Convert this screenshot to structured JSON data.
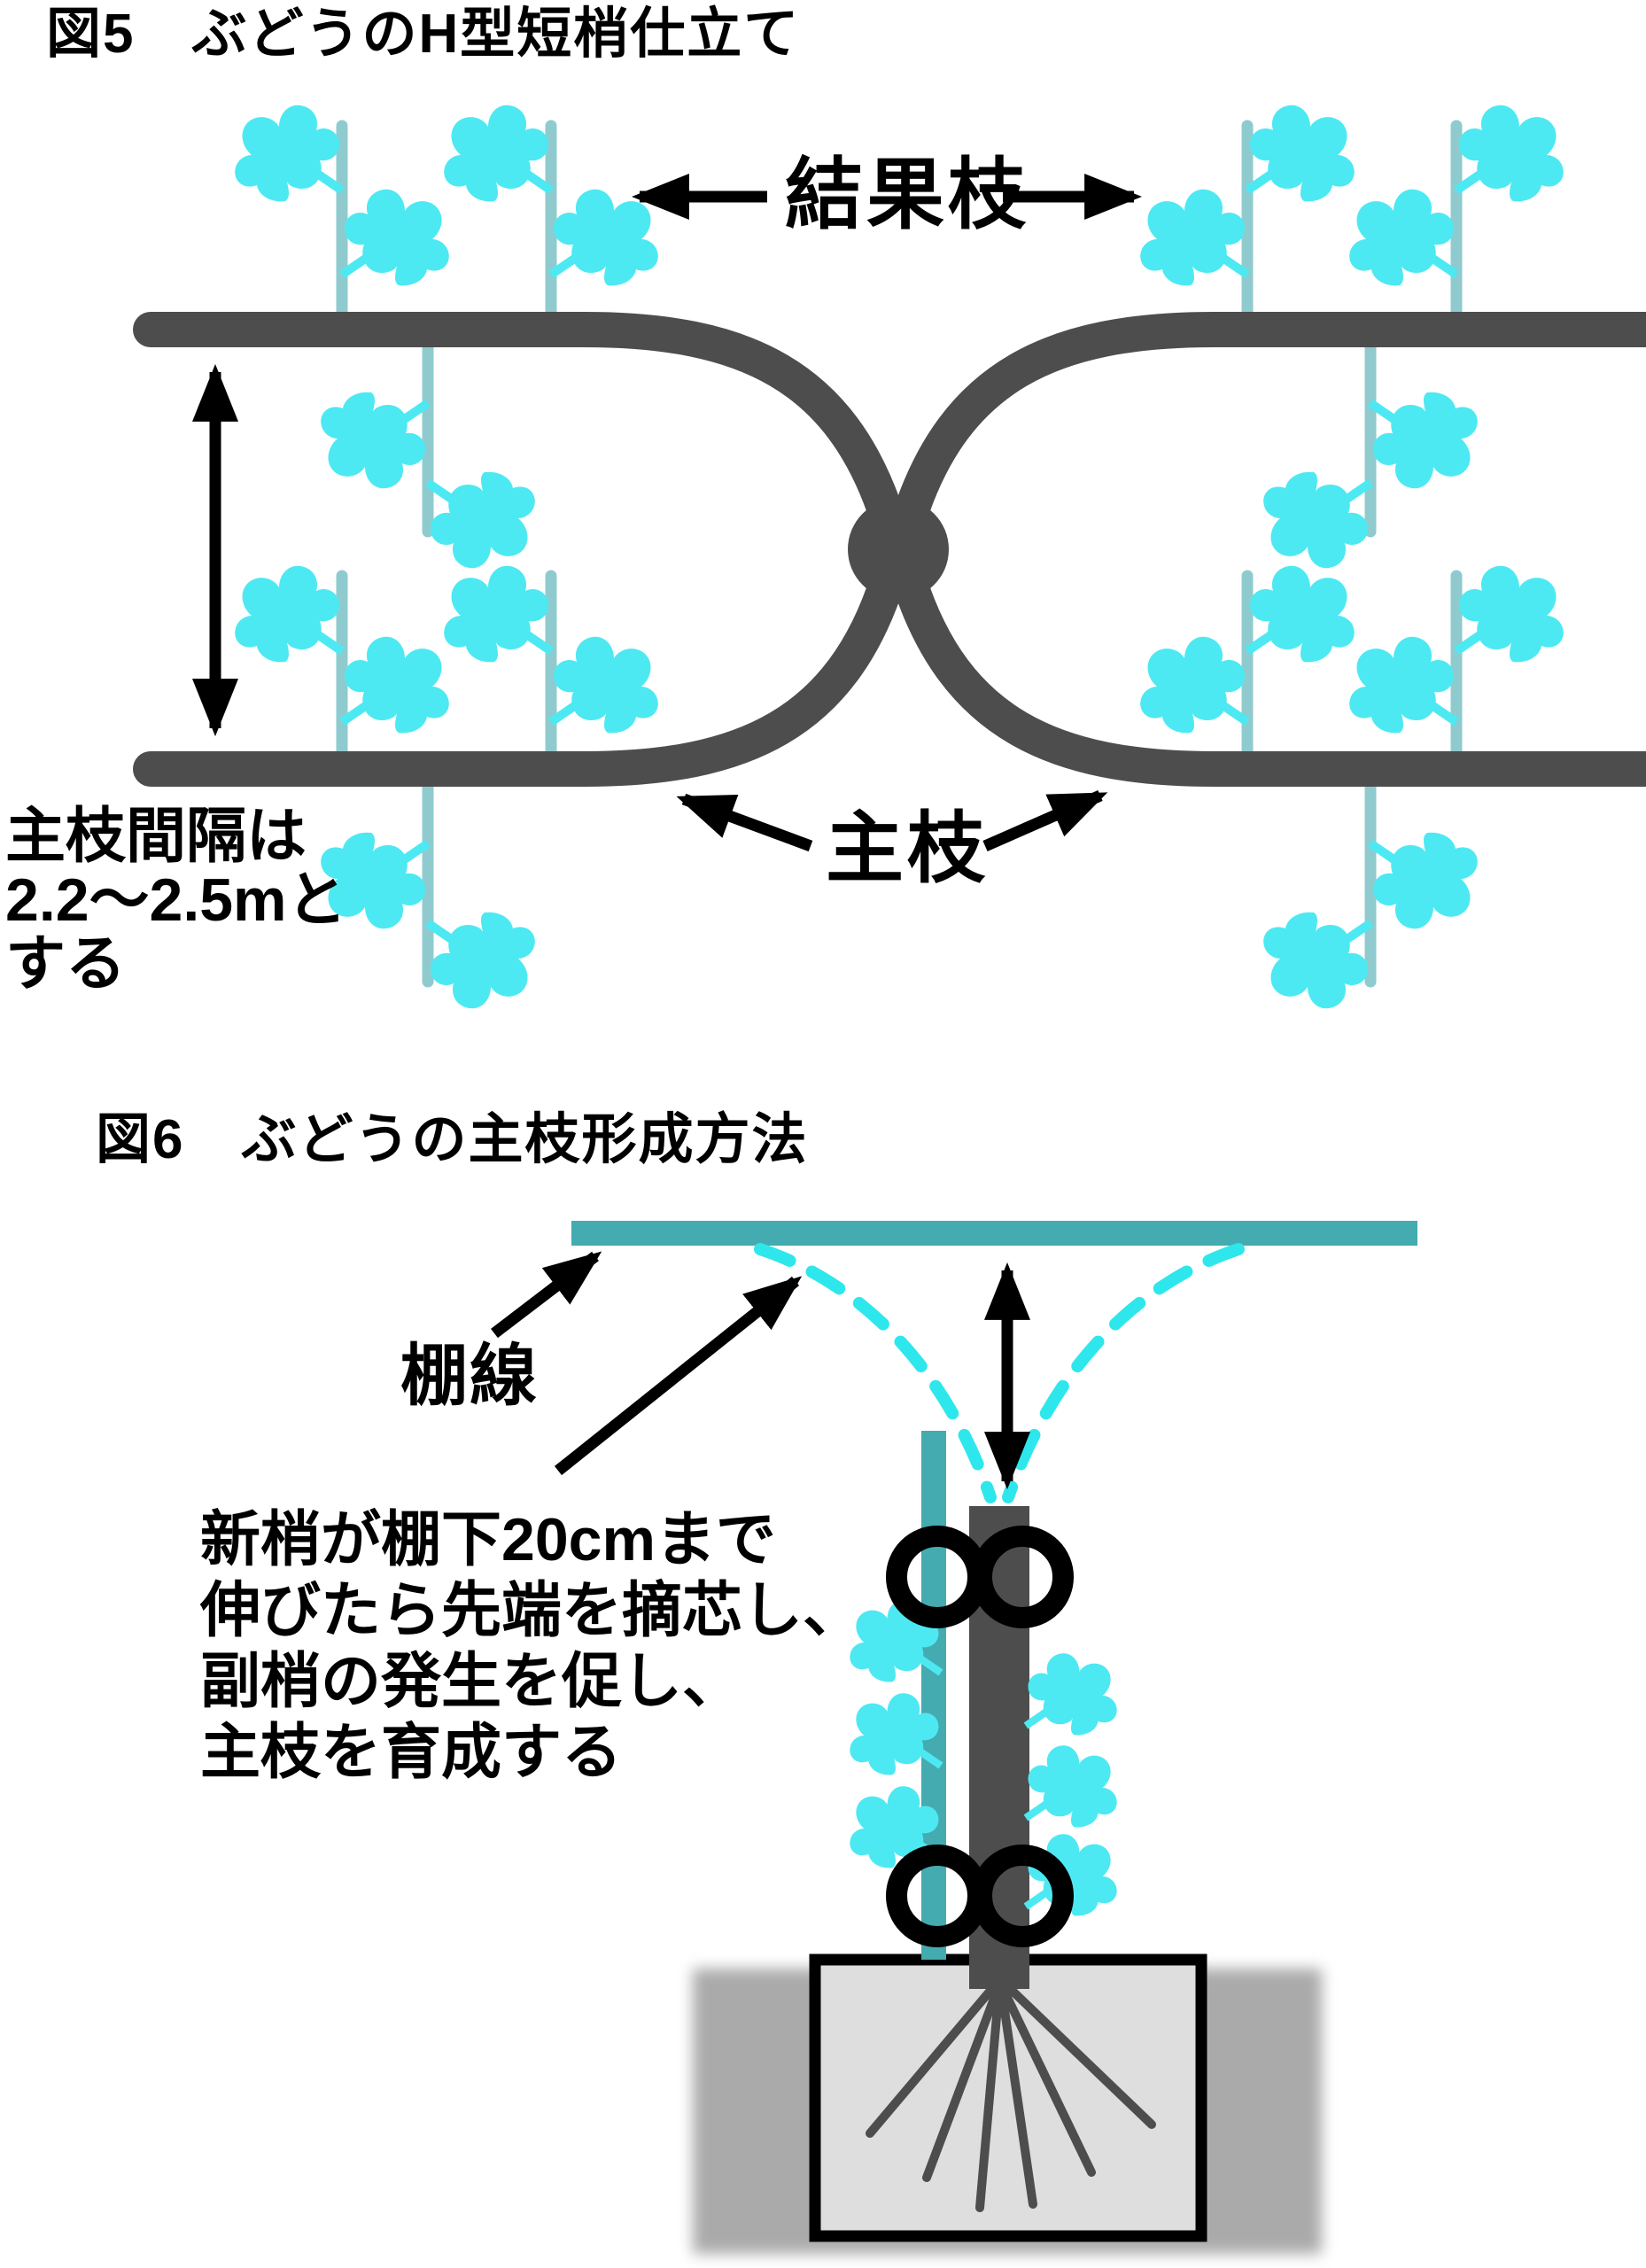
{
  "figure5": {
    "title": "図5　ぶどうのH型短梢仕立て",
    "labels": {
      "fruiting_cane": "結果枝",
      "main_branch": "主枝"
    },
    "caption_lines": [
      "主枝間隔は",
      "2.2〜2.5mと",
      "する"
    ]
  },
  "figure6": {
    "title": "図6　ぶどうの主枝形成方法",
    "labels": {
      "trellis_wire": "棚線"
    },
    "caption_lines": [
      "新梢が棚下20cmまで",
      "伸びたら先端を摘芯し、",
      "副梢の発生を促し、",
      "主枝を育成する"
    ]
  },
  "colors": {
    "branch_dark": "#4d4d4d",
    "stem_teal": "#8fcbce",
    "leaf_cyan": "#4de9f2",
    "wire_teal": "#44abb0",
    "dash_cyan": "#2ee7ec",
    "ground_gray": "#aaaaaa",
    "box_gray": "#dedede"
  }
}
